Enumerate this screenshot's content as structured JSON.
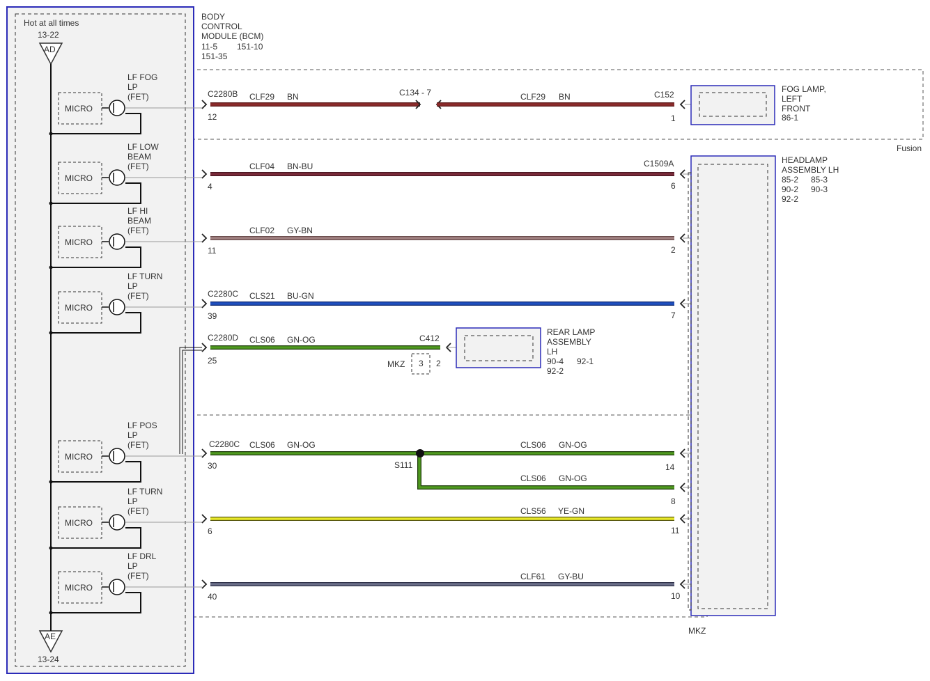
{
  "bcm": {
    "hot_label": "Hot at all times",
    "top_ref": "13-22",
    "top_ground": "AD",
    "bottom_ground": "AE",
    "bottom_ref": "13-24",
    "title": [
      "BODY",
      "CONTROL",
      "MODULE (BCM)"
    ],
    "refs": [
      "11-5",
      "151-10",
      "151-35"
    ]
  },
  "micro_label": "MICRO",
  "outputs": [
    {
      "id": "fog",
      "lines": [
        "LF FOG",
        "LP",
        "(FET)"
      ]
    },
    {
      "id": "low",
      "lines": [
        "LF LOW",
        "BEAM",
        "(FET)"
      ]
    },
    {
      "id": "hi",
      "lines": [
        "LF HI",
        "BEAM",
        "(FET)"
      ]
    },
    {
      "id": "turn1",
      "lines": [
        "LF TURN",
        "LP",
        "(FET)"
      ]
    },
    {
      "id": "pos",
      "lines": [
        "LF POS",
        "LP",
        "(FET)"
      ]
    },
    {
      "id": "turn2",
      "lines": [
        "LF TURN",
        "LP",
        "(FET)"
      ]
    },
    {
      "id": "drl",
      "lines": [
        "LF DRL",
        "LP",
        "(FET)"
      ]
    }
  ],
  "wires": [
    {
      "id": "fog",
      "left_conn": "C2280B",
      "left_pin": "12",
      "circuit1": "CLF29",
      "color1": "BN",
      "inline": "C134 - 7",
      "circuit2": "CLF29",
      "color2": "BN",
      "right_conn": "C152",
      "right_pin": "1",
      "fill": "#8b2a2a",
      "edge": "#5a1a1a"
    },
    {
      "id": "low",
      "left_pin": "4",
      "circuit": "CLF04",
      "color": "BN-BU",
      "right_conn": "C1509A",
      "right_pin": "6",
      "fill": "#7a2a3a",
      "edge": "#4a1822"
    },
    {
      "id": "hi",
      "left_pin": "11",
      "circuit": "CLF02",
      "color": "GY-BN",
      "right_pin": "2",
      "fill": "#a08080",
      "edge": "#6a4c4c"
    },
    {
      "id": "turn1",
      "left_conn": "C2280C",
      "left_pin": "39",
      "circuit": "CLS21",
      "color": "BU-GN",
      "right_pin": "7",
      "fill": "#1f4fbf",
      "edge": "#102a70"
    },
    {
      "id": "rear",
      "left_conn": "C2280D",
      "left_pin": "25",
      "circuit": "CLS06",
      "color": "GN-OG",
      "right_conn": "C412",
      "mkz": "MKZ",
      "pin_a": "3",
      "pin_b": "2",
      "fill": "#4f9a1f",
      "edge": "#1d3a0a"
    },
    {
      "id": "pos",
      "left_conn": "C2280C",
      "left_pin": "30",
      "circuit": "CLS06",
      "color": "GN-OG",
      "splice": "S111",
      "circuit_r": "CLS06",
      "color_r": "GN-OG",
      "right_pin": "14",
      "branch_circuit": "CLS06",
      "branch_color": "GN-OG",
      "branch_pin": "8",
      "fill": "#4f9a1f",
      "edge": "#1d3a0a"
    },
    {
      "id": "turn2",
      "left_pin": "6",
      "circuit": "CLS56",
      "color": "YE-GN",
      "right_pin": "11",
      "fill": "#e8e82a",
      "edge": "#5a5a10"
    },
    {
      "id": "drl",
      "left_pin": "40",
      "circuit": "CLF61",
      "color": "GY-BU",
      "right_pin": "10",
      "fill": "#6a6e88",
      "edge": "#2e3048"
    }
  ],
  "fog_lamp": {
    "title": [
      "FOG LAMP,",
      "LEFT",
      "FRONT"
    ],
    "ref": "86-1",
    "variant": "Fusion"
  },
  "headlamp": {
    "title": [
      "HEADLAMP",
      "ASSEMBLY LH"
    ],
    "refs": [
      "85-2",
      "85-3",
      "90-2",
      "90-3",
      "92-2"
    ],
    "variant": "MKZ"
  },
  "rear_lamp": {
    "title": [
      "REAR LAMP",
      "ASSEMBLY",
      "LH"
    ],
    "refs": [
      "90-4",
      "92-1",
      "92-2"
    ]
  },
  "colors": {
    "module_border": "#2b2bb8",
    "dash": "#333333",
    "module_fill": "#f2f2f2"
  }
}
